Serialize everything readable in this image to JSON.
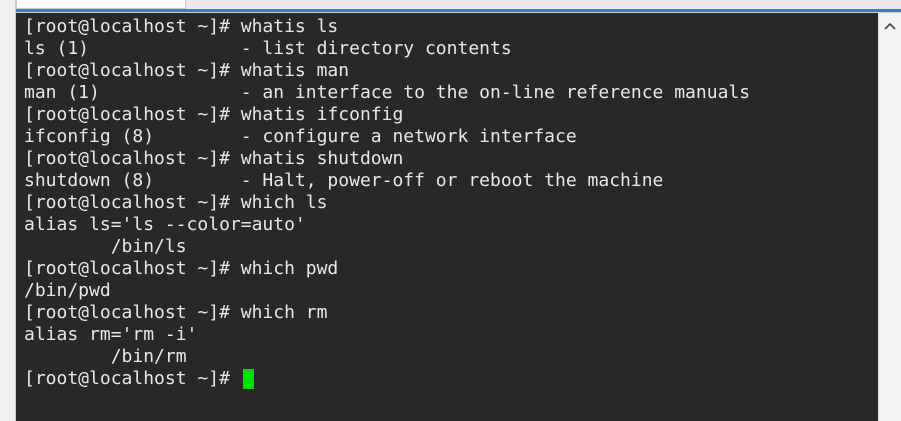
{
  "terminal": {
    "lines": [
      "[root@localhost ~]# whatis ls",
      "ls (1)              - list directory contents",
      "[root@localhost ~]# whatis man",
      "man (1)             - an interface to the on-line reference manuals",
      "[root@localhost ~]# whatis ifconfig",
      "ifconfig (8)        - configure a network interface",
      "[root@localhost ~]# whatis shutdown",
      "shutdown (8)        - Halt, power-off or reboot the machine",
      "[root@localhost ~]# which ls",
      "alias ls='ls --color=auto'",
      "        /bin/ls",
      "[root@localhost ~]# which pwd",
      "/bin/pwd",
      "[root@localhost ~]# which rm",
      "alias rm='rm -i'",
      "        /bin/rm"
    ],
    "prompt": "[root@localhost ~]# ",
    "background": "#282828",
    "foreground": "#e8e8e8",
    "cursor_color": "#00e000"
  },
  "scrollbar": {
    "up_icon": "chevron-up-icon"
  },
  "tabbar": {
    "accent_color": "#2e7fd9"
  }
}
